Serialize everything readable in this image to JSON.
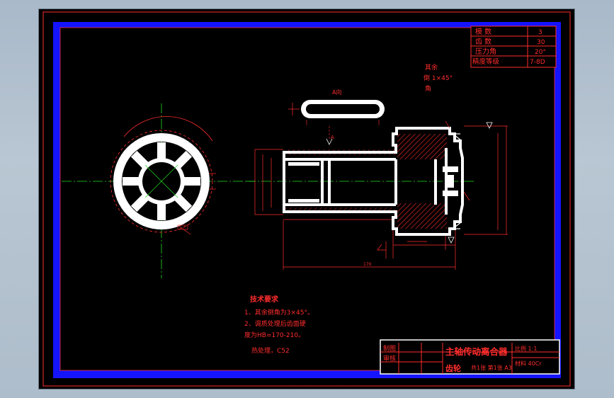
{
  "drawing": {
    "params": [
      {
        "label": "模 数",
        "value": "3"
      },
      {
        "label": "齿 数",
        "value": "30"
      },
      {
        "label": "压力角",
        "value": "20°"
      },
      {
        "label": "精度等级",
        "value": "7-8D"
      }
    ],
    "chamfer_note": [
      "其余",
      "倒 1×45°",
      "角"
    ],
    "section_label": "A向",
    "view_marker": "A",
    "dim_total": "170",
    "tech_req": {
      "title": "技术要求",
      "lines": [
        "1、其余倒角为3×45°。",
        "2、调质处理后齿面硬",
        "度为HB=170-210。",
        "热处理，C52"
      ]
    },
    "title_block": {
      "design_label": "制图",
      "check_label": "审核",
      "title": "主轴传动离合器",
      "part_name": "齿轮",
      "scale": "比例 1:1",
      "material": "材料 40Cr",
      "sheet": "共1张 第1张 A3"
    }
  },
  "colors": {
    "background": "#000000",
    "frame": "#1414ff",
    "line": "#ffffff",
    "dimension": "#ff2d2d",
    "centerline": "#22dd22"
  }
}
